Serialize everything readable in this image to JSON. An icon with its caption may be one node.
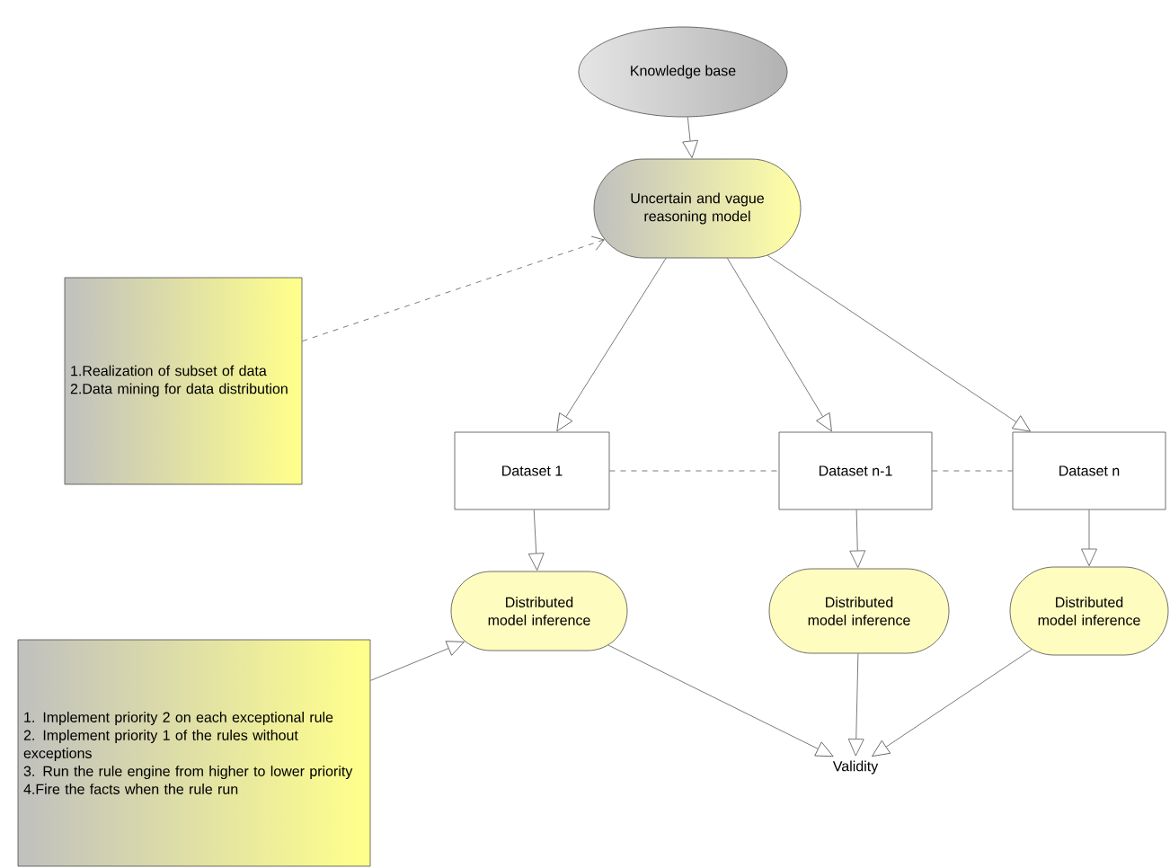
{
  "diagram": {
    "nodes": [
      {
        "text": [
          "Knowledge base"
        ]
      },
      {
        "text": [
          "Uncertain and vague reasoning model"
        ]
      },
      {
        "text": [
          "1.Realization of subset of data",
          "2.Data mining for data distribution"
        ]
      },
      {
        "text": [
          "Dataset 1"
        ]
      },
      {
        "text": [
          "Dataset n-1"
        ]
      },
      {
        "text": [
          "Dataset n"
        ]
      },
      {
        "text": [
          "Distributed model inference"
        ]
      },
      {
        "text": [
          "Distributed model inference"
        ]
      },
      {
        "text": [
          "Distributed model inference"
        ]
      },
      {
        "text": [
          "1. Implement priority 2 on each exceptional rule",
          "2. Implement priority 1 of the rules without exceptions",
          "3. Run the rule engine from higher to lower priority",
          "4.Fire the facts when the rule run"
        ]
      },
      {
        "text": [
          "Validity"
        ]
      }
    ],
    "edges": [
      {
        "from": 0,
        "to": 1,
        "arrow": "to"
      },
      {
        "from": 2,
        "to": 1,
        "arrow": "to",
        "style": "dashed"
      },
      {
        "from": 1,
        "to": 3,
        "arrow": "to"
      },
      {
        "from": 1,
        "to": 4,
        "arrow": "to"
      },
      {
        "from": 1,
        "to": 5,
        "arrow": "to"
      },
      {
        "from": 3,
        "to": 4,
        "arrow": "none",
        "style": "dashed"
      },
      {
        "from": 4,
        "to": 5,
        "arrow": "none",
        "style": "dashed"
      },
      {
        "from": 3,
        "to": 6,
        "arrow": "to"
      },
      {
        "from": 4,
        "to": 7,
        "arrow": "to"
      },
      {
        "from": 5,
        "to": 8,
        "arrow": "to"
      },
      {
        "from": 9,
        "to": 6,
        "arrow": "to"
      },
      {
        "from": 6,
        "to": 10,
        "arrow": "to"
      },
      {
        "from": 7,
        "to": 10,
        "arrow": "to"
      },
      {
        "from": 8,
        "to": 10,
        "arrow": "to"
      }
    ]
  }
}
